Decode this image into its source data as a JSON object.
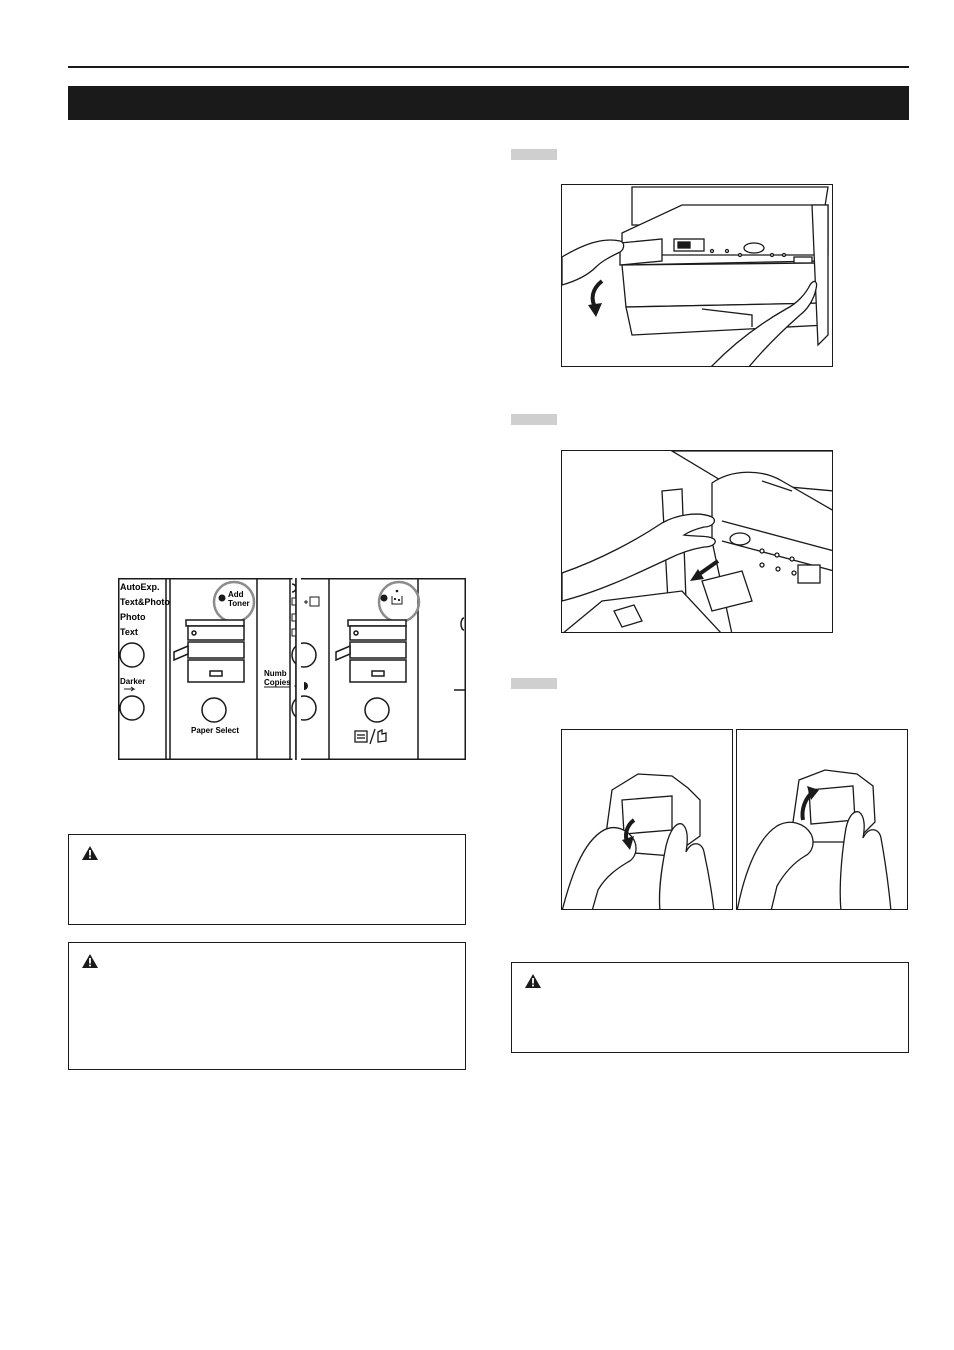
{
  "header": {
    "title": ""
  },
  "control_panel": {
    "mode_labels": [
      "AutoExp.",
      "Text&Photo",
      "Photo",
      "Text"
    ],
    "darker_label": "Darker",
    "add_toner_label": [
      "Add",
      "Toner"
    ],
    "paper_select_label": "Paper Select",
    "number_of_copies_label": [
      "Numb",
      "Copies"
    ]
  },
  "icons": {
    "warning": "warning-triangle-icon",
    "toner_indicator": "toner-icon",
    "rotate_arrow": "curved-arrow-icon"
  }
}
